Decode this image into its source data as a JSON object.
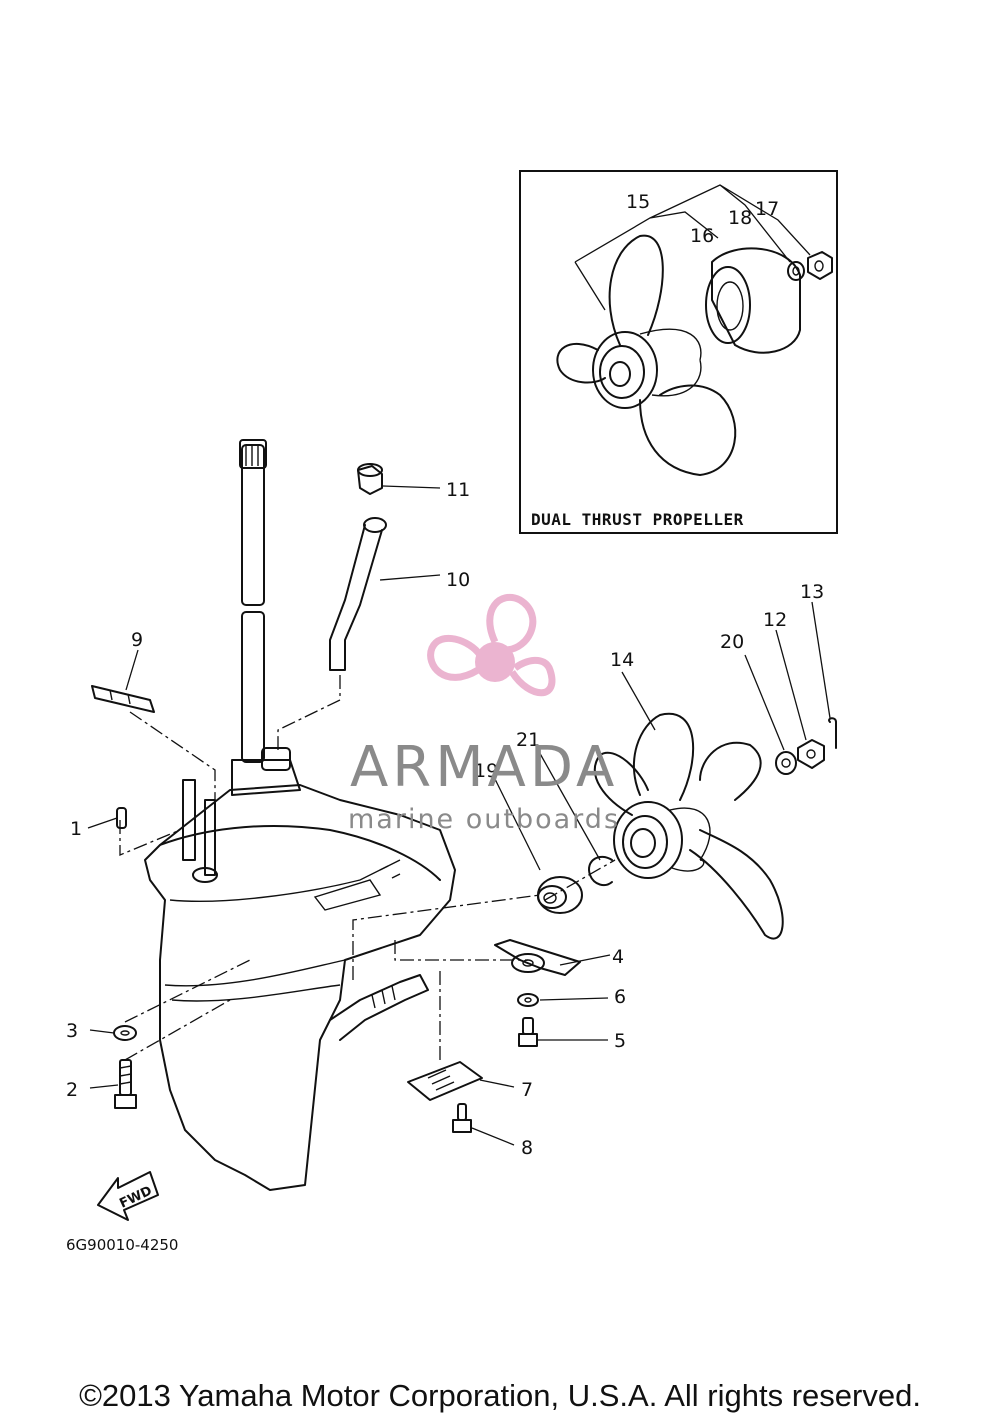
{
  "diagram": {
    "inset_title": "DUAL THRUST PROPELLER",
    "drawing_code": "6G90010-4250",
    "fwd_label": "FWD",
    "copyright": "©2013 Yamaha Motor Corporation, U.S.A. All rights reserved.",
    "watermark": {
      "brand": "ARMADA",
      "tagline": "marine outboards",
      "logo_color": "#e8a7c8",
      "text_color": "#8a8a8a"
    },
    "callouts": [
      "1",
      "2",
      "3",
      "4",
      "5",
      "6",
      "7",
      "8",
      "9",
      "10",
      "11",
      "12",
      "13",
      "14",
      "15",
      "16",
      "17",
      "18",
      "19",
      "20",
      "21"
    ]
  }
}
